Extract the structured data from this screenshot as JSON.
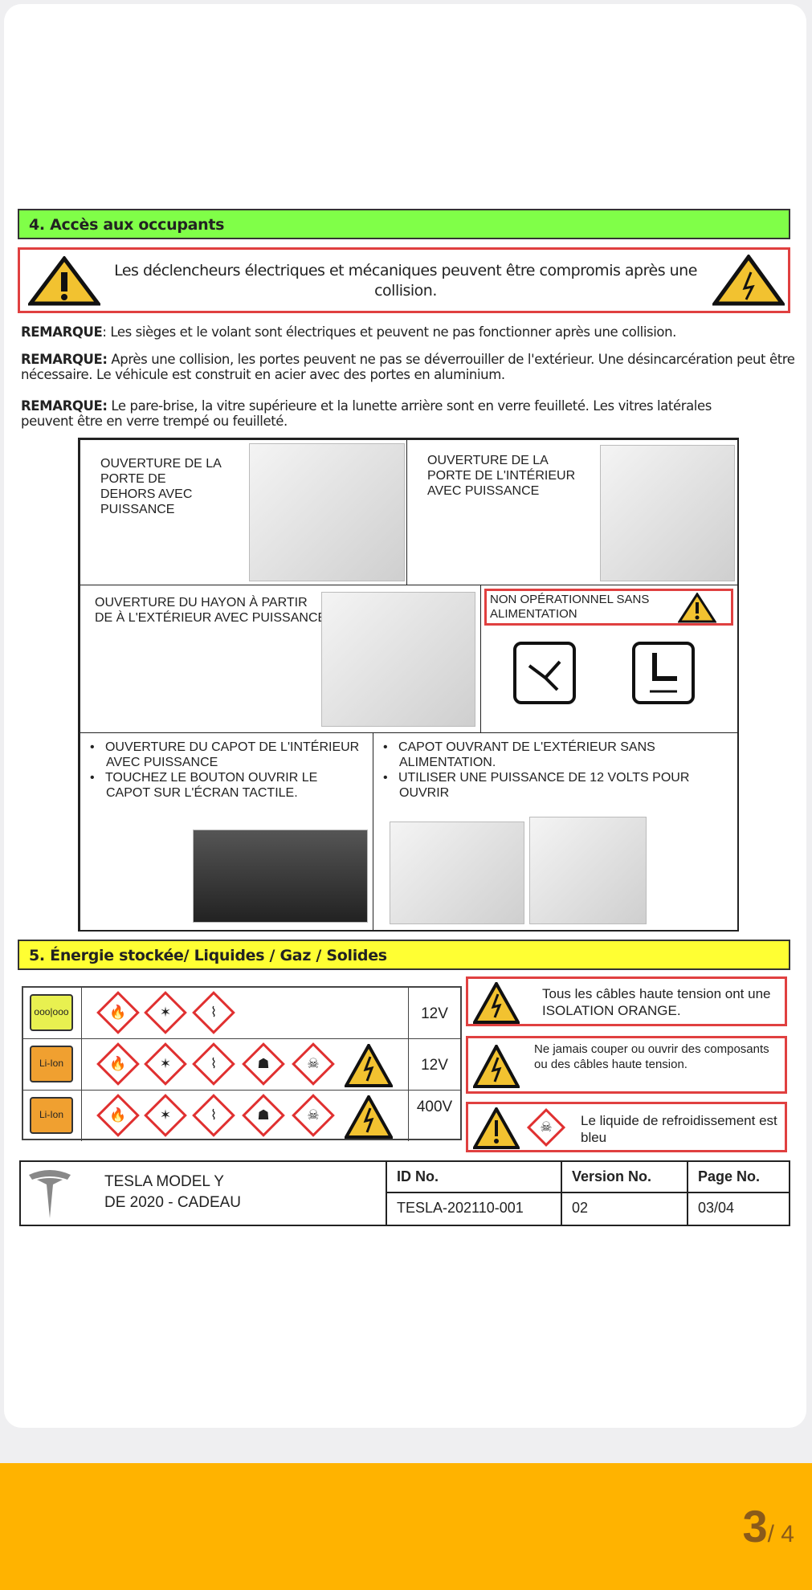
{
  "section4": {
    "title": "4. Accès aux occupants",
    "warning": "Les déclencheurs électriques et mécaniques peuvent être compromis après une collision.",
    "notes": [
      {
        "label": "REMARQUE",
        "text": ": Les sièges et le volant sont électriques et peuvent ne pas fonctionner après une collision."
      },
      {
        "label": "REMARQUE:",
        "text": " Après une collision, les portes peuvent ne pas se déverrouiller de l'extérieur. Une désincarcération peut être nécessaire. Le véhicule est construit en acier avec des portes en aluminium."
      },
      {
        "label": "REMARQUE:",
        "text": " Le pare-brise, la vitre supérieure et la lunette arrière sont en verre feuilleté. Les vitres latérales peuvent être en verre trempé ou feuilleté."
      }
    ],
    "cells": {
      "door_outside": "OUVERTURE DE LA PORTE DE DEHORS AVEC PUISSANCE",
      "door_inside": "OUVERTURE DE LA PORTE DE L'INTÉRIEUR AVEC PUISSANCE",
      "hatch": "OUVERTURE DU HAYON À PARTIR DE À L'EXTÉRIEUR AVEC PUISSANCE",
      "non_op": "NON OPÉRATIONNEL SANS ALIMENTATION",
      "hood_inside": [
        "OUVERTURE DU CAPOT DE L'INTÉRIEUR AVEC PUISSANCE",
        "TOUCHEZ LE BOUTON OUVRIR LE CAPOT SUR L'ÉCRAN TACTILE."
      ],
      "hood_outside": [
        "CAPOT OUVRANT DE L'EXTÉRIEUR SANS ALIMENTATION.",
        "UTILISER UNE PUISSANCE DE 12 VOLTS POUR OUVRIR"
      ]
    }
  },
  "section5": {
    "title": "5. Énergie stockée/ Liquides / Gaz / Solides",
    "rows": [
      {
        "battery": "",
        "voltage": "12V"
      },
      {
        "battery": "Li-Ion",
        "voltage": "12V"
      },
      {
        "battery": "Li-Ion",
        "voltage": "400V"
      }
    ],
    "warnings": [
      "Tous les câbles haute tension ont une ISOLATION ORANGE.",
      "Ne jamais couper ou ouvrir des composants ou des câbles haute tension.",
      "Le liquide de refroidissement est bleu"
    ]
  },
  "footer": {
    "model": "TESLA MODEL Y",
    "model2": "DE 2020 - CADEAU",
    "id_label": "ID No.",
    "id": "TESLA-202110-001",
    "version_label": "Version No.",
    "version": "02",
    "page_label": "Page No.",
    "page": "03/04"
  },
  "pager": {
    "current": "3",
    "total": "/ 4"
  },
  "colors": {
    "green": "#7fff4a",
    "yellow": "#ffff33",
    "orange": "#ffb300"
  }
}
